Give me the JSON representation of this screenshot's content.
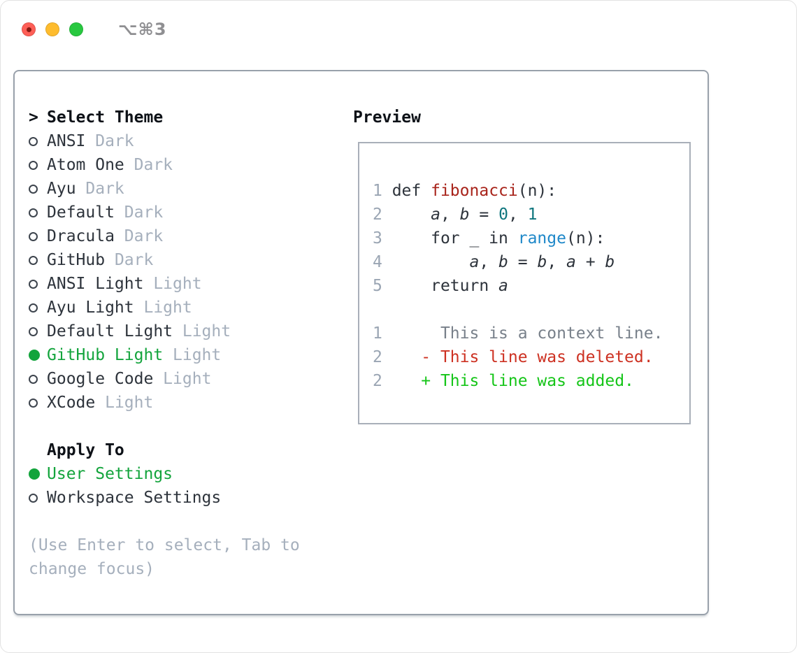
{
  "window": {
    "title": "⌥⌘3",
    "traffic_lights": [
      "close",
      "minimize",
      "zoom"
    ]
  },
  "theme_panel": {
    "header": {
      "prefix": ">",
      "label": "Select Theme"
    },
    "items": [
      {
        "name": "ANSI",
        "tag": "Dark",
        "selected": false
      },
      {
        "name": "Atom One",
        "tag": "Dark",
        "selected": false
      },
      {
        "name": "Ayu",
        "tag": "Dark",
        "selected": false
      },
      {
        "name": "Default",
        "tag": "Dark",
        "selected": false
      },
      {
        "name": "Dracula",
        "tag": "Dark",
        "selected": false
      },
      {
        "name": "GitHub",
        "tag": "Dark",
        "selected": false
      },
      {
        "name": "ANSI Light",
        "tag": "Light",
        "selected": false
      },
      {
        "name": "Ayu Light",
        "tag": "Light",
        "selected": false
      },
      {
        "name": "Default Light",
        "tag": "Light",
        "selected": false
      },
      {
        "name": "GitHub Light",
        "tag": "Light",
        "selected": true
      },
      {
        "name": "Google Code",
        "tag": "Light",
        "selected": false
      },
      {
        "name": "XCode",
        "tag": "Light",
        "selected": false
      }
    ],
    "apply_to": {
      "header": "Apply To",
      "options": [
        {
          "name": "User Settings",
          "selected": true
        },
        {
          "name": "Workspace Settings",
          "selected": false
        }
      ]
    },
    "hint": "(Use Enter to select, Tab to change focus)"
  },
  "preview": {
    "header": "Preview",
    "code_lines": [
      {
        "num": "1",
        "tokens": [
          {
            "t": " def "
          },
          {
            "t": "fibonacci",
            "c": "func"
          },
          {
            "t": "(n):"
          }
        ]
      },
      {
        "num": "2",
        "tokens": [
          {
            "t": "     "
          },
          {
            "t": "a",
            "c": "var"
          },
          {
            "t": ", "
          },
          {
            "t": "b",
            "c": "var"
          },
          {
            "t": " = "
          },
          {
            "t": "0",
            "c": "number"
          },
          {
            "t": ", "
          },
          {
            "t": "1",
            "c": "number"
          }
        ]
      },
      {
        "num": "3",
        "tokens": [
          {
            "t": "     for _ in "
          },
          {
            "t": "range",
            "c": "builtin"
          },
          {
            "t": "(n):"
          }
        ]
      },
      {
        "num": "4",
        "tokens": [
          {
            "t": "         "
          },
          {
            "t": "a",
            "c": "var"
          },
          {
            "t": ", "
          },
          {
            "t": "b",
            "c": "var"
          },
          {
            "t": " = "
          },
          {
            "t": "b",
            "c": "var"
          },
          {
            "t": ", "
          },
          {
            "t": "a",
            "c": "var"
          },
          {
            "t": " + "
          },
          {
            "t": "b",
            "c": "var"
          }
        ]
      },
      {
        "num": "5",
        "tokens": [
          {
            "t": "     return "
          },
          {
            "t": "a",
            "c": "var"
          }
        ]
      }
    ],
    "diff_lines": [
      {
        "num": "1",
        "tokens": [
          {
            "t": "      This is a context line.",
            "c": "context"
          }
        ]
      },
      {
        "num": "2",
        "tokens": [
          {
            "t": "    "
          },
          {
            "t": "- This line was deleted.",
            "c": "deleted"
          }
        ]
      },
      {
        "num": "2",
        "tokens": [
          {
            "t": "    "
          },
          {
            "t": "+ This line was added.",
            "c": "added"
          }
        ]
      }
    ]
  },
  "icons": {
    "radio_selected": "filled-circle",
    "radio_unselected": "hollow-circle",
    "selection_pointer": ">"
  },
  "colors": {
    "text": "#2d333b",
    "heading": "#0d1117",
    "muted": "#a5afbc",
    "green": "#13a43c",
    "func": "#a8241b",
    "number": "#0f767e",
    "builtin": "#1f88c9",
    "context": "#78808a",
    "deleted": "#cd3122",
    "added": "#15c518",
    "lineno": "#9aa5b3",
    "panel_border": "#99a1ab",
    "preview_border": "#a9afb9",
    "title": "#8f8f92",
    "traffic_red": "#fe5f57",
    "traffic_red_dot": "#871a12",
    "traffic_yellow": "#febc2e",
    "traffic_green": "#28c840"
  }
}
